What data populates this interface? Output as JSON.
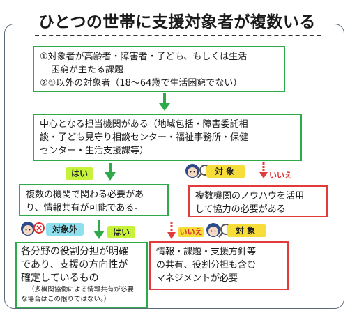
{
  "title": "ひとつの世帯に支援対象者が複数いる",
  "box1": {
    "line1": "①対象者が高齢者・障害者・子ども、もしくは生活",
    "line2": "困窮が主たる課題",
    "line3": "②①以外の対象者（18～64歳で生活困窮でない）"
  },
  "box2": {
    "line1": "中心となる担当機関がある（地域包括・障害委託相",
    "line2": "談・子ども見守り相談センター・福祉事務所・保健",
    "line3": "センター・生活支援課等）"
  },
  "box3": {
    "line1": "複数の機関で関わる必要があ",
    "line2": "り、情報共有が可能である。"
  },
  "box4": {
    "line1": "複数機関のノウハウを活用",
    "line2": "して協力の必要がある"
  },
  "box5": {
    "line1": "各分野の役割分担が明確",
    "line2": "であり、支援の方向性が",
    "line3": "確定しているもの",
    "note1": "（多機関協働による情報共有が必要",
    "note2": "な場合はこの限りではない。）"
  },
  "box6": {
    "line1": "情報・課題・支援方針等",
    "line2": "の共有、役割分担も含む",
    "line3": "マネジメントが必要"
  },
  "labels": {
    "yes": "はい",
    "no": "いいえ",
    "target": "対象",
    "not_target": "対象外"
  },
  "colors": {
    "green_border": "#2eaa4a",
    "red_border": "#e23b3b",
    "yes_badge": "#c6f23a",
    "target_badge": "#f7dd3a",
    "not_target_badge": "#8fe0ef",
    "no_text": "#d92b2b"
  },
  "icons": [
    "character-magnifier-icon",
    "arrow-down-icon",
    "dashed-arrow-down-icon"
  ]
}
